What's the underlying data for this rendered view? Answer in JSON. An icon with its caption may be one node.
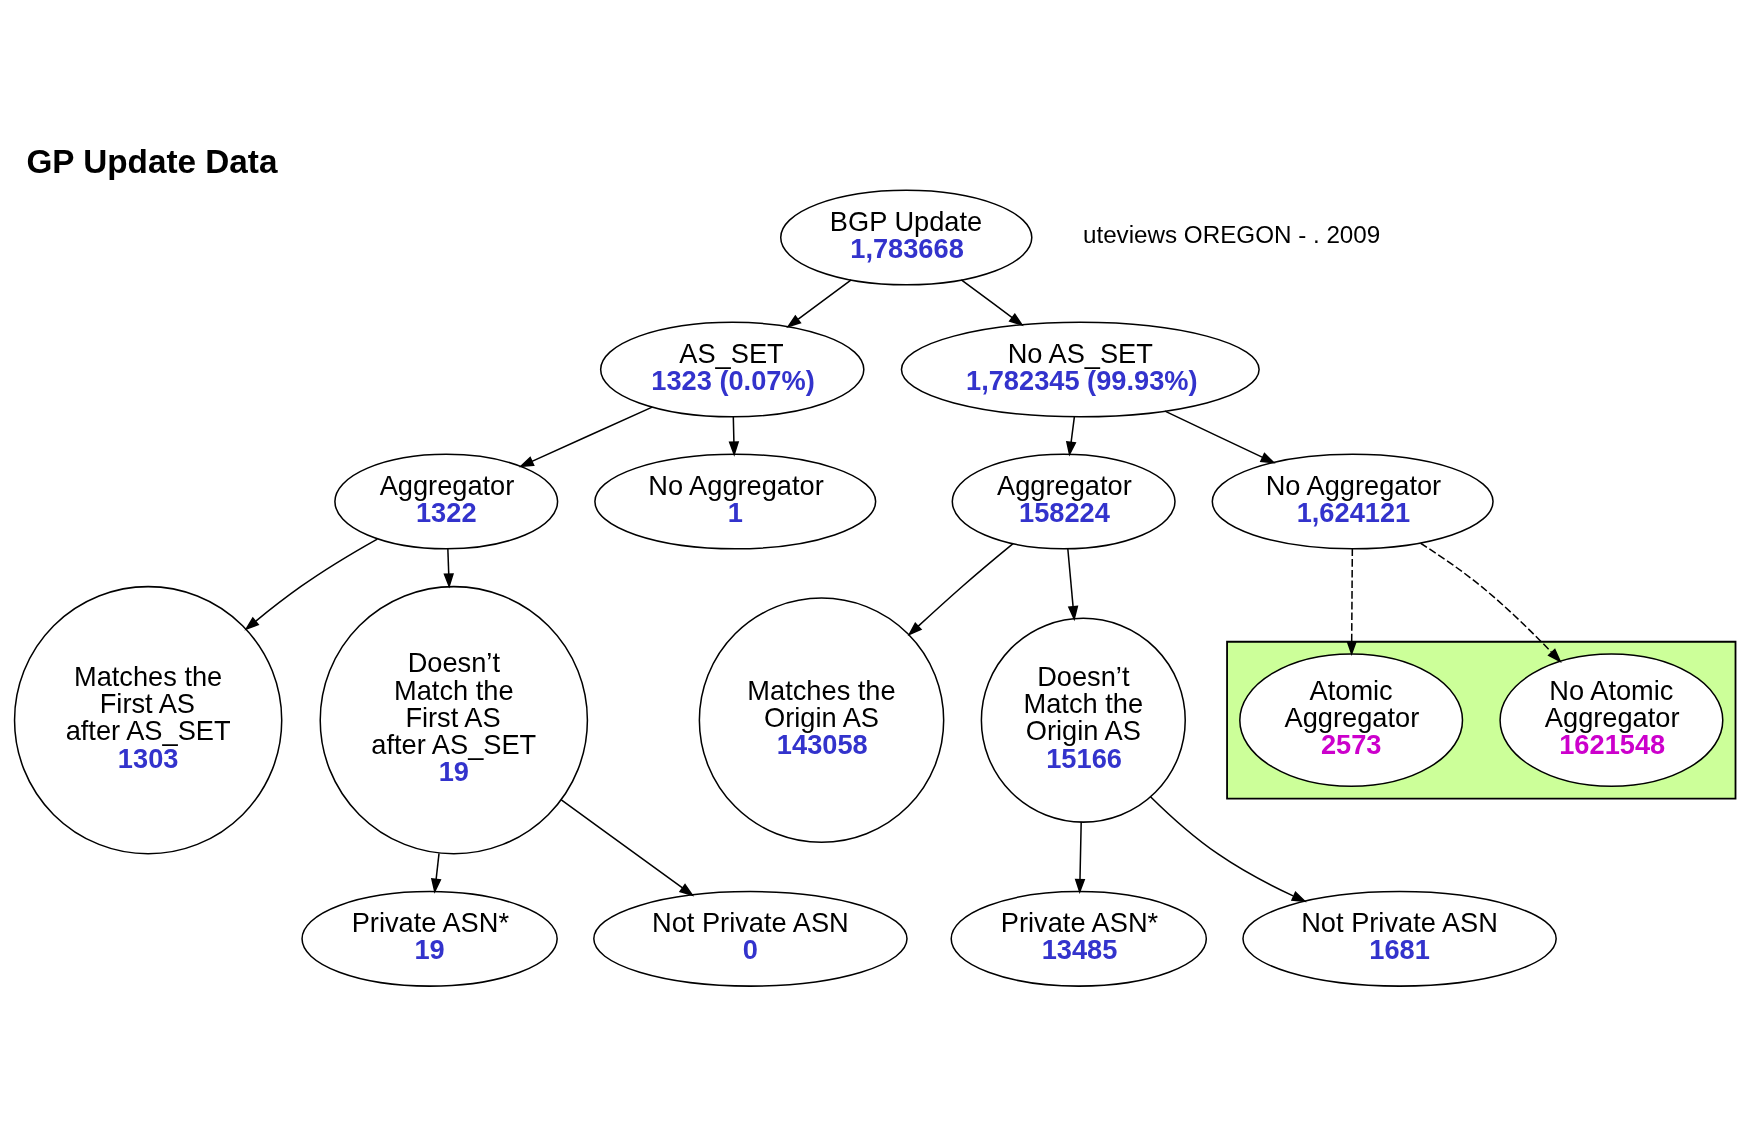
{
  "diagram": {
    "title": "GP Update Data",
    "nodes": [
      {
        "text": [
          "BGP Update",
          "1,783668"
        ]
      },
      {
        "text": [
          "AS_SET",
          "1323 (0.07%)"
        ]
      },
      {
        "text": [
          "No AS_SET",
          "1,782345 (99.93%)"
        ]
      },
      {
        "text": [
          "Aggregator",
          "1322"
        ]
      },
      {
        "text": [
          "No Aggregator",
          "1"
        ]
      },
      {
        "text": [
          "Aggregator",
          "158224"
        ]
      },
      {
        "text": [
          "No Aggregator",
          "1,624121"
        ]
      },
      {
        "text": [
          "Matches the First AS after AS_SET",
          "1303"
        ]
      },
      {
        "text": [
          "Doesn’t Match the First AS after AS_SET",
          "19"
        ]
      },
      {
        "text": [
          "Matches the Origin AS",
          "143058"
        ]
      },
      {
        "text": [
          "Doesn’t Match the Origin AS",
          "15166"
        ]
      },
      {
        "text": [
          "Private ASN*",
          "19"
        ]
      },
      {
        "text": [
          "Not Private ASN",
          "0"
        ]
      },
      {
        "text": [
          "Private ASN*",
          "13485"
        ]
      },
      {
        "text": [
          "Not Private ASN",
          "1681"
        ]
      },
      {
        "text": [],
        "shape": "box"
      },
      {
        "text": [
          "No Atomic Aggregator",
          "1621548"
        ],
        "in": 15
      },
      {
        "text": [
          "Atomic Aggregator",
          "2573"
        ],
        "in": 15
      }
    ],
    "edges": [
      {
        "from": 0,
        "to": 1,
        "arrow": "to"
      },
      {
        "from": 0,
        "to": 2,
        "arrow": "to"
      },
      {
        "from": 1,
        "to": 3,
        "arrow": "to"
      },
      {
        "from": 1,
        "to": 4,
        "arrow": "to"
      },
      {
        "from": 2,
        "to": 5,
        "arrow": "to"
      },
      {
        "from": 2,
        "to": 6,
        "arrow": "to"
      },
      {
        "from": 3,
        "to": 7,
        "arrow": "to"
      },
      {
        "from": 3,
        "to": 8,
        "arrow": "to"
      },
      {
        "from": 5,
        "to": 9,
        "arrow": "to"
      },
      {
        "from": 5,
        "to": 10,
        "arrow": "to"
      },
      {
        "from": 8,
        "to": 11,
        "arrow": "to"
      },
      {
        "from": 8,
        "to": 12,
        "arrow": "to"
      },
      {
        "from": 10,
        "to": 13,
        "arrow": "to"
      },
      {
        "from": 10,
        "to": 14,
        "arrow": "to"
      },
      {
        "from": 6,
        "to": 16,
        "arrow": "to",
        "style": "dashed"
      },
      {
        "from": 6,
        "to": 17,
        "arrow": "to",
        "style": "dashed"
      }
    ],
    "labels": [
      "uteviews OREGON - . 2009"
    ]
  }
}
